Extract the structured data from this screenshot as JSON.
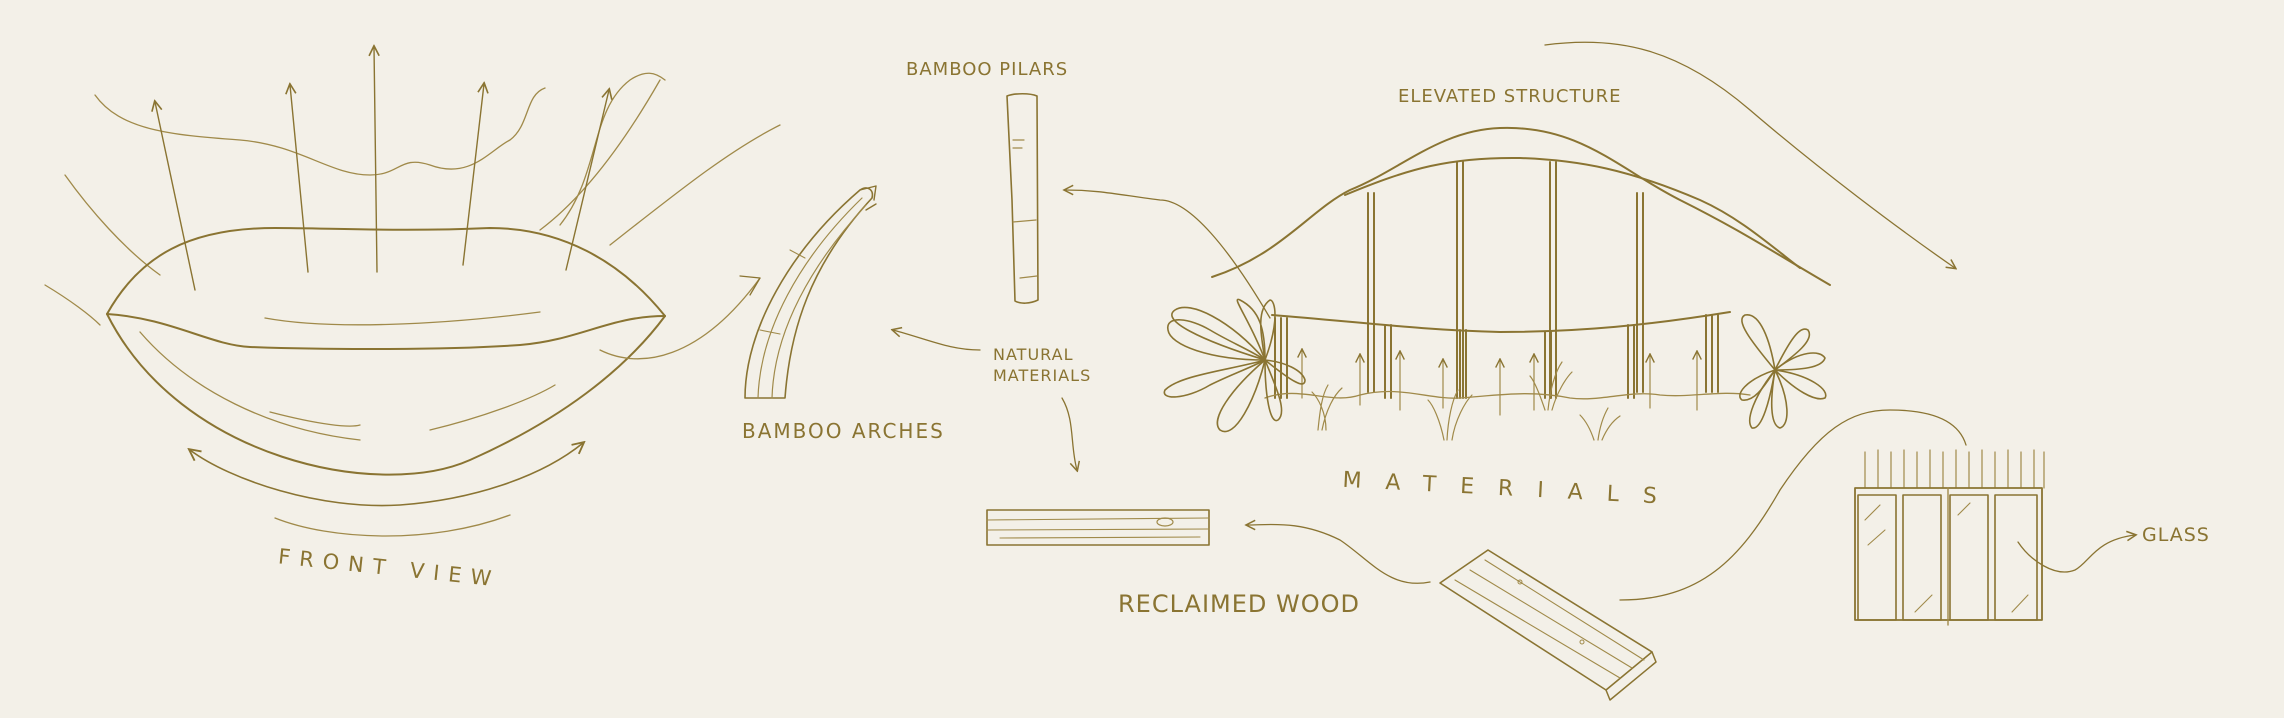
{
  "labels": {
    "bamboo_pilars": "BAMBOO PILARS",
    "elevated_structure": "ELEVATED STRUCTURE",
    "natural_materials_line1": "NATURAL",
    "natural_materials_line2": "MATERIALS",
    "bamboo_arches": "BAMBOO ARCHES",
    "front_view": "FRONT VIEW",
    "materials": "MATERIALS",
    "reclaimed_wood": "RECLAIMED WOOD",
    "glass": "GLASS"
  },
  "colors": {
    "ink": "#8a7432",
    "paper": "#f3f0e8"
  }
}
